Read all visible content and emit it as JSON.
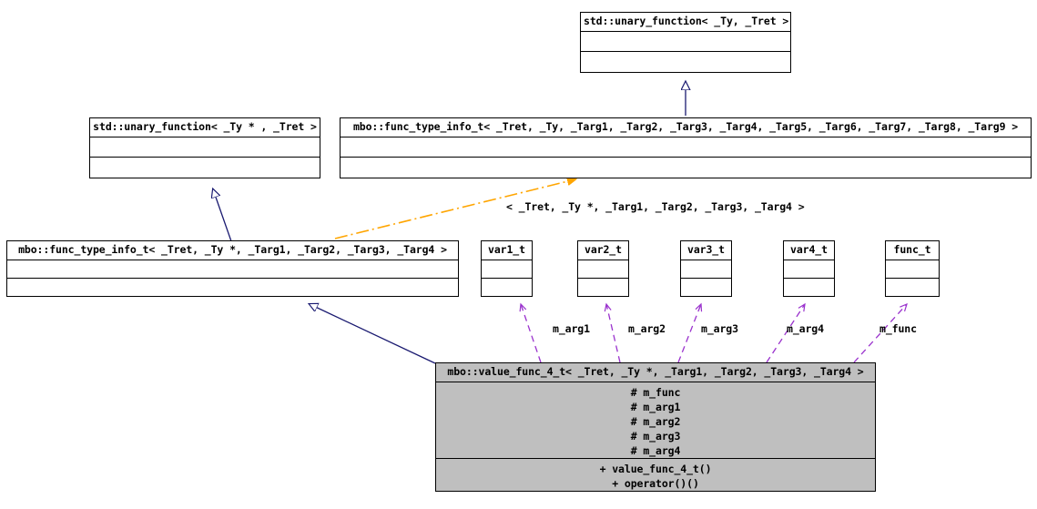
{
  "diagram": {
    "title": "UML inheritance and collaboration diagram",
    "colors": {
      "node_border": "#000000",
      "node_fill": "#ffffff",
      "focus_fill": "#bfbfbf",
      "inherit_edge": "#191970",
      "usage_edge": "#9a32cd",
      "template_edge": "#ffa500",
      "text": "#000000"
    }
  },
  "nodes": {
    "std_unary_function_ty_tret": {
      "title": "std::unary_function< _Ty, _Tret >",
      "attributes": [],
      "operations": []
    },
    "std_unary_function_typtr_tret": {
      "title": "std::unary_function< _Ty * , _Tret >",
      "attributes": [],
      "operations": []
    },
    "mbo_func_type_info_t_full": {
      "title": "mbo::func_type_info_t< _Tret, _Ty, _Targ1, _Targ2, _Targ3, _Targ4, _Targ5, _Targ6, _Targ7, _Targ8, _Targ9 >",
      "attributes": [],
      "operations": []
    },
    "mbo_func_type_info_t_4": {
      "title": "mbo::func_type_info_t< _Tret, _Ty *, _Targ1, _Targ2, _Targ3, _Targ4 >",
      "attributes": [],
      "operations": []
    },
    "var1_t": {
      "title": "var1_t",
      "attributes": [],
      "operations": []
    },
    "var2_t": {
      "title": "var2_t",
      "attributes": [],
      "operations": []
    },
    "var3_t": {
      "title": "var3_t",
      "attributes": [],
      "operations": []
    },
    "var4_t": {
      "title": "var4_t",
      "attributes": [],
      "operations": []
    },
    "func_t": {
      "title": "func_t",
      "attributes": [],
      "operations": []
    },
    "mbo_value_func_4_t": {
      "title": "mbo::value_func_4_t< _Tret, _Ty *, _Targ1, _Targ2, _Targ3, _Targ4 >",
      "attributes": [
        "# m_func",
        "# m_arg1",
        "# m_arg2",
        "# m_arg3",
        "# m_arg4"
      ],
      "operations": [
        "+ value_func_4_t()",
        "+ operator()()"
      ]
    }
  },
  "edge_labels": {
    "template_binding": "< _Tret, _Ty *, _Targ1, _Targ2, _Targ3, _Targ4 >",
    "m_arg1": "m_arg1",
    "m_arg2": "m_arg2",
    "m_arg3": "m_arg3",
    "m_arg4": "m_arg4",
    "m_func": "m_func"
  }
}
